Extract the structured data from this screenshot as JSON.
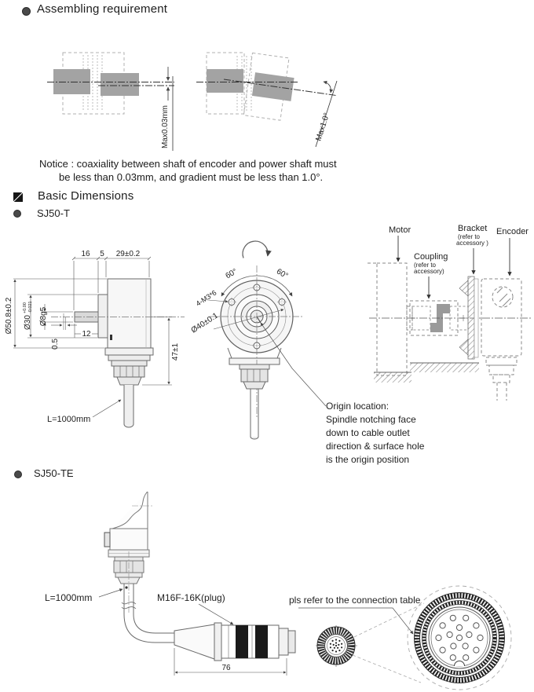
{
  "assembling": {
    "title": "Assembling requirement",
    "max_offset_label": "Max0.03mm",
    "max_angle_label": "Max1.0°",
    "notice_line1": "Notice : coaxiality between shaft of encoder and power shaft must",
    "notice_line2": "be less than 0.03mm, and gradient must be less than 1.0°."
  },
  "basic_dimensions": {
    "title": "Basic Dimensions"
  },
  "sj50t": {
    "title": "SJ50-T",
    "side_view": {
      "dim_top_left": "16",
      "dim_top_mid": "5",
      "dim_top_right": "29±0.2",
      "dim_outer_dia": "Ø50.8±0.2",
      "dim_boss_dia": "Ø30",
      "dim_boss_tol_upper": "+0.00",
      "dim_boss_tol_lower": "-0.021",
      "dim_shaft_dia": "Ø8g5",
      "dim_shaft_len": "12",
      "dim_step": "0.5",
      "dim_height": "47±1",
      "cable_length": "L=1000mm"
    },
    "front_view": {
      "angle_left": "60°",
      "angle_right": "60°",
      "screw_label": "4-M3*6",
      "bolt_circle_dia": "Ø40±0.1",
      "origin_note": [
        "Origin location:",
        "Spindle notching face",
        "down to cable outlet",
        "direction & surface hole",
        "is the origin position"
      ]
    },
    "install_view": {
      "motor": "Motor",
      "coupling": "Coupling",
      "coupling_sub1": "(refer to",
      "coupling_sub2": "accessory)",
      "bracket": "Bracket",
      "bracket_sub1": "(refer to",
      "bracket_sub2": "accessory )",
      "encoder": "Encoder"
    }
  },
  "sj50te": {
    "title": "SJ50-TE",
    "cable_length": "L=1000mm",
    "plug_label": "M16F-16K(plug)",
    "plug_length": "76",
    "connection_note": "pls refer to the connection table"
  },
  "colors": {
    "line": "#6a6a6a",
    "dim": "#555555",
    "text": "#222222",
    "shaft_fill": "#a3a3a3"
  }
}
